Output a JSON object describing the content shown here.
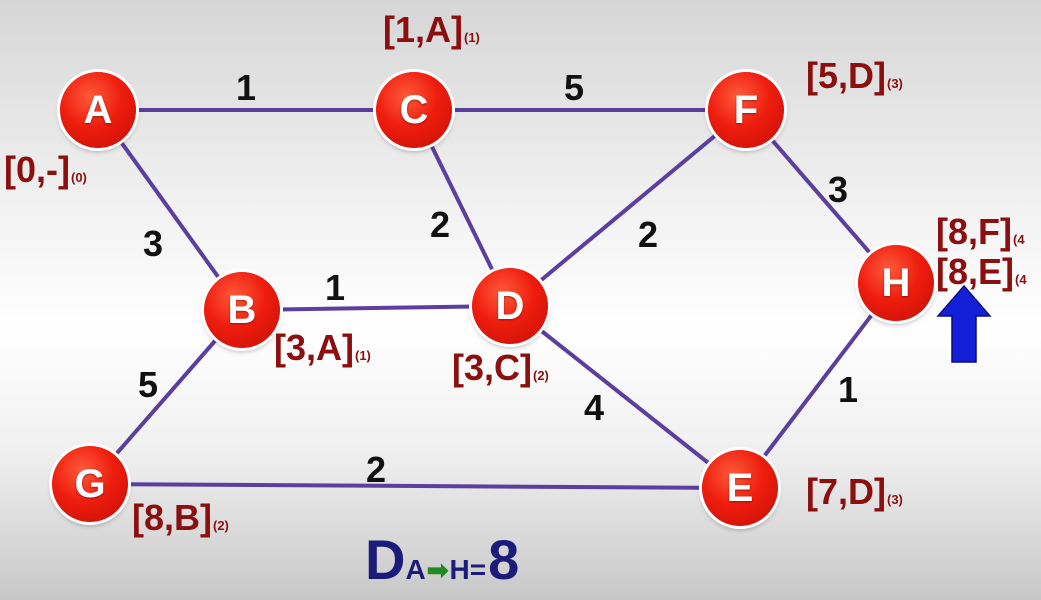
{
  "colors": {
    "node_fill": "#ee1d0e",
    "edge": "#5b3e9e",
    "label_text": "#8b0f0f",
    "formula_text": "#1b1b7a",
    "formula_arrow": "#1f8a1f",
    "up_arrow": "#1420d8"
  },
  "nodes": {
    "A": "A",
    "B": "B",
    "C": "C",
    "D": "D",
    "E": "E",
    "F": "F",
    "G": "G",
    "H": "H"
  },
  "edge_weights": {
    "AC": "1",
    "AB": "3",
    "CF": "5",
    "CD": "2",
    "BD": "1",
    "DF": "2",
    "FH": "3",
    "BG": "5",
    "DE": "4",
    "GE": "2",
    "EH": "1"
  },
  "labels": {
    "A": {
      "text": "[0,-]",
      "sub": "(0)"
    },
    "C": {
      "text": "[1,A]",
      "sub": "(1)"
    },
    "F": {
      "text": "[5,D]",
      "sub": "(3)"
    },
    "B": {
      "text": "[3,A]",
      "sub": "(1)"
    },
    "D": {
      "text": "[3,C]",
      "sub": "(2)"
    },
    "G": {
      "text": "[8,B]",
      "sub": "(2)"
    },
    "E": {
      "text": "[7,D]",
      "sub": "(3)"
    },
    "H1": {
      "text": "[8,F]",
      "sub": "(4"
    },
    "H2": {
      "text": "[8,E]",
      "sub": "(4"
    }
  },
  "formula": {
    "d": "D",
    "from": "A",
    "arrow": "➡",
    "to": "H",
    "eq": "=",
    "value": "8"
  },
  "icons": {
    "up_arrow": "up-arrow-icon"
  }
}
